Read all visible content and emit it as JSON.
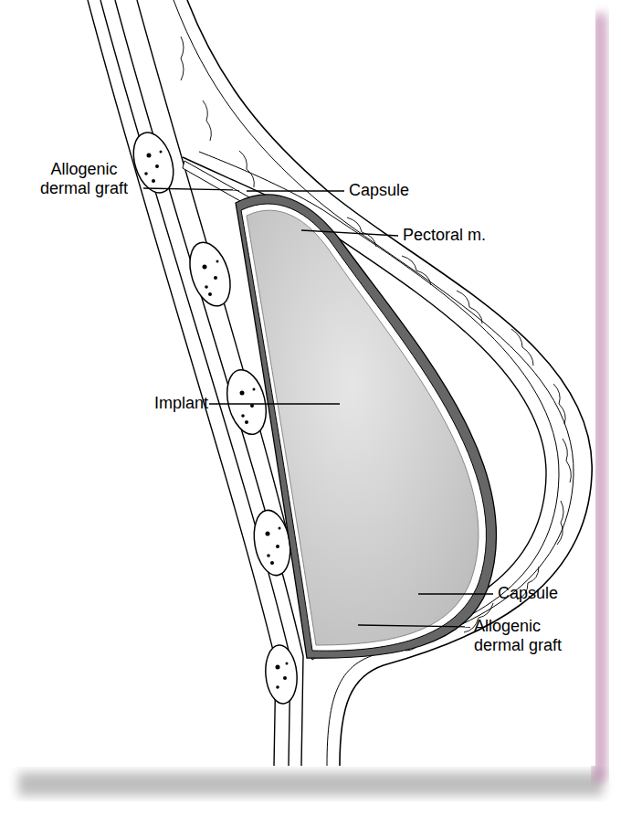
{
  "diagram": {
    "labels": [
      "Allogenic dermal graft",
      "Capsule",
      "Pectoral m.",
      "Implant",
      "Capsule",
      "Allogenic dermal graft"
    ]
  }
}
